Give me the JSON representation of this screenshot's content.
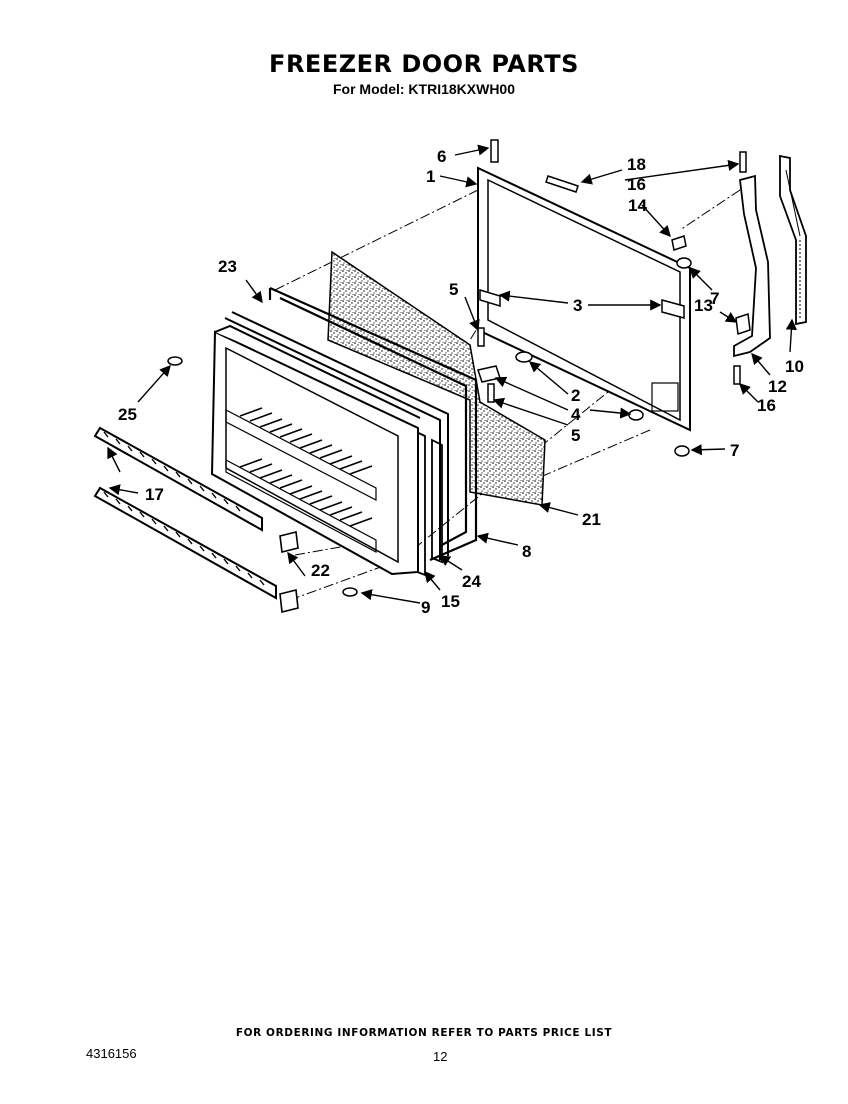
{
  "header": {
    "title": "FREEZER DOOR PARTS",
    "model_line": "For Model: KTRI18KXWH00"
  },
  "callouts": {
    "c1": "1",
    "c2": "2",
    "c3": "3",
    "c4": "4",
    "c5a": "5",
    "c5b": "5",
    "c6": "6",
    "c7a": "7",
    "c7b": "7",
    "c8": "8",
    "c9": "9",
    "c10": "10",
    "c12": "12",
    "c13": "13",
    "c14": "14",
    "c15": "15",
    "c16a": "16",
    "c16b": "16",
    "c17": "17",
    "c18": "18",
    "c21": "21",
    "c22": "22",
    "c23": "23",
    "c24": "24",
    "c25": "25"
  },
  "footer": {
    "ordering_note": "FOR ORDERING INFORMATION REFER TO PARTS PRICE LIST",
    "document_number": "4316156",
    "page_number": "12"
  },
  "colors": {
    "ink": "#000000",
    "paper": "#ffffff"
  }
}
